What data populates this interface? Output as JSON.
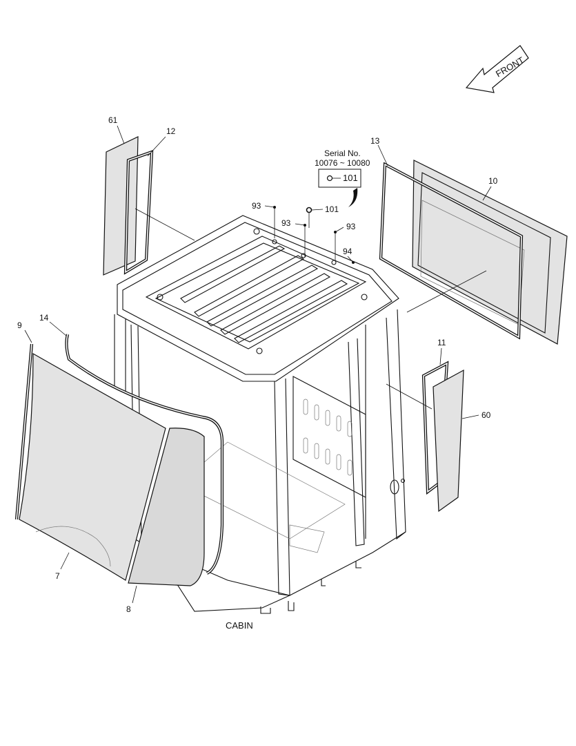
{
  "diagram": {
    "title": "CABIN",
    "direction_arrow": {
      "label": "FRONT",
      "icon": "front-direction-arrow-icon"
    },
    "serial_note": {
      "title": "Serial No.",
      "range": "10076 ~ 10080",
      "part_number": "101"
    },
    "callouts": {
      "c61": "61",
      "c12": "12",
      "c13": "13",
      "c10": "10",
      "c93a": "93",
      "c93b": "93",
      "c93c": "93",
      "c101": "101",
      "c94": "94",
      "c9": "9",
      "c14": "14",
      "c11": "11",
      "c60": "60",
      "c7": "7",
      "c8": "8"
    },
    "colors": {
      "line": "#111111",
      "glass_fill": "#e3e3e3",
      "background": "#ffffff"
    }
  }
}
